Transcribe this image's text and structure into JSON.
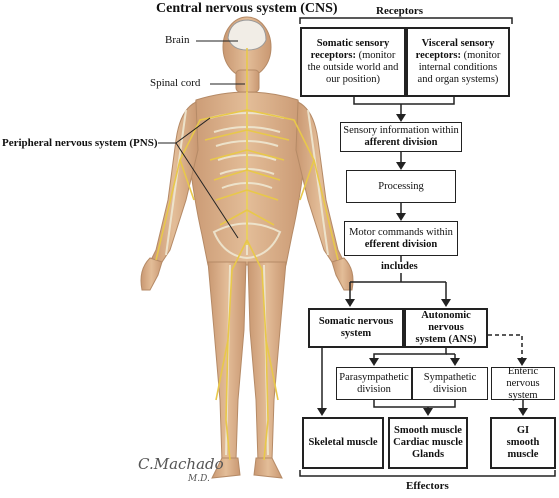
{
  "title": "Central nervous system (CNS)",
  "body_labels": {
    "brain": "Brain",
    "spinal_cord": "Spinal cord",
    "pns": "Peripheral nervous system (PNS)"
  },
  "signature": {
    "name": "C.Machado",
    "suffix": "M.D."
  },
  "flowchart": {
    "receptors_heading": "Receptors",
    "somatic_receptors": {
      "title": "Somatic sensory receptors:",
      "text": "(monitor the outside world and our position)"
    },
    "visceral_receptors": {
      "title": "Visceral sensory receptors:",
      "text": "(monitor internal conditions and organ systems)"
    },
    "sensory_info": {
      "line1": "Sensory information within",
      "line2": "afferent division"
    },
    "processing": "Processing",
    "motor_commands": {
      "line1": "Motor commands within",
      "line2": "efferent division"
    },
    "includes": "includes",
    "somatic_ns": {
      "line1": "Somatic nervous",
      "line2": "system"
    },
    "autonomic_ns": {
      "line1": "Autonomic nervous",
      "line2": "system (ANS)"
    },
    "parasympathetic": {
      "line1": "Parasympathetic",
      "line2": "division"
    },
    "sympathetic": {
      "line1": "Sympathetic",
      "line2": "division"
    },
    "enteric": {
      "line1": "Enteric nervous",
      "line2": "system"
    },
    "skeletal_muscle": "Skeletal muscle",
    "smooth_cardiac_glands": {
      "line1": "Smooth muscle",
      "line2": "Cardiac muscle",
      "line3": "Glands"
    },
    "gi_smooth": {
      "line1": "GI",
      "line2": "smooth muscle"
    },
    "effectors_heading": "Effectors"
  },
  "colors": {
    "nerve": "#e8c84a",
    "bone": "#e9e2c8",
    "skin": "#d9b08c",
    "line": "#222222"
  }
}
